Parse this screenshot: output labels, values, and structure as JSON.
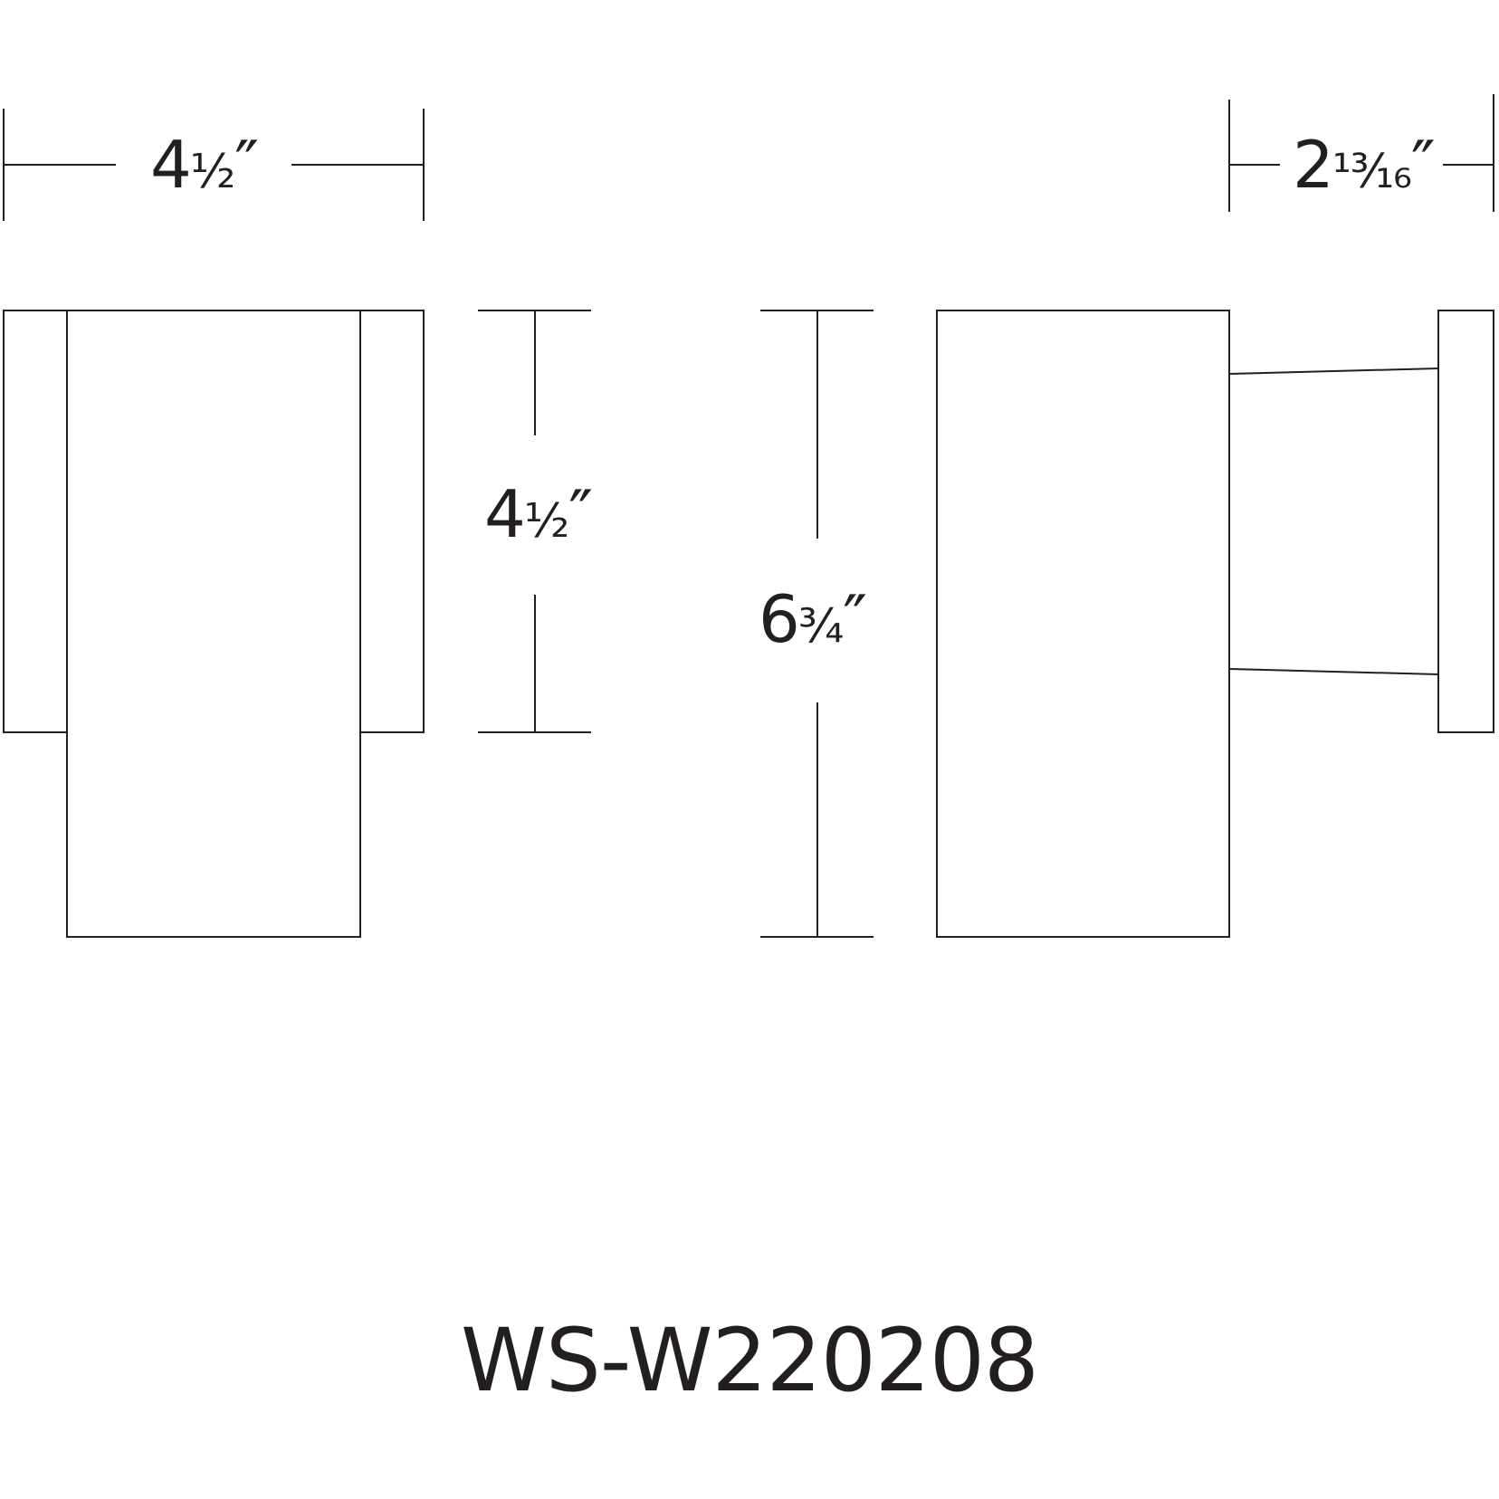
{
  "diagram": {
    "model_number": "WS-W220208",
    "dimensions": {
      "front_width": {
        "whole": "4",
        "fraction": "½",
        "unit": "″"
      },
      "backplate_height": {
        "whole": "4",
        "fraction": "½",
        "unit": "″"
      },
      "overall_height": {
        "whole": "6",
        "fraction": "¾",
        "unit": "″"
      },
      "side_depth": {
        "whole": "2",
        "fraction": "¹³⁄₁₆",
        "unit": "″"
      }
    },
    "line_color": "#231f20"
  }
}
